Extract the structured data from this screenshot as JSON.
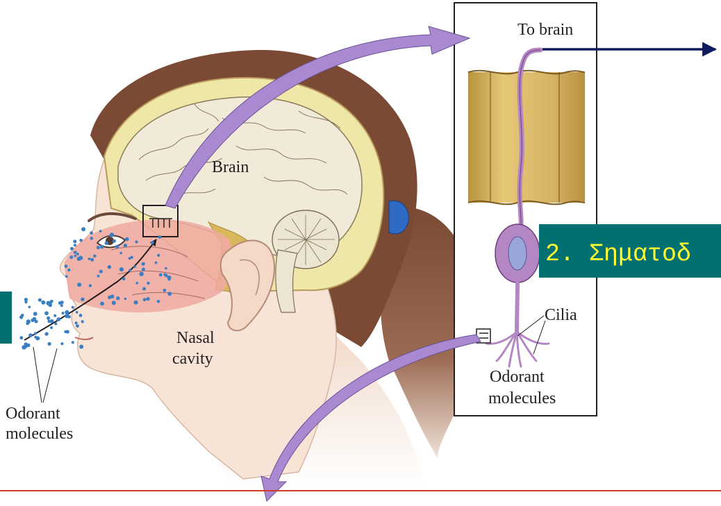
{
  "labels": {
    "to_brain": "To brain",
    "brain": "Brain",
    "nasal_line1": "Nasal",
    "nasal_line2": "cavity",
    "cilia": "Cilia",
    "odorant_inset_line1": "Odorant",
    "odorant_inset_line2": "molecules",
    "odorant_left_line1": "Odorant",
    "odorant_left_line2": "molecules"
  },
  "callout": {
    "text": "2. Σηματοδ"
  },
  "colors": {
    "callout_bg": "#007070",
    "callout_text": "#ffff33",
    "dots": "#3a7fc4",
    "arrow_purple": "#a98ad0",
    "arrow_navy": "#0d1a5c",
    "hair": "#7a4a34",
    "skull": "#efe7a8",
    "brain": "#f1ead8",
    "nasal": "#f0a9a1",
    "skin": "#f7e4d6",
    "neuron": "#b487c4",
    "bone": "#c9a85a",
    "bottom_rule": "#d23b2b"
  },
  "icons": [
    "arrow-right-icon",
    "curved-arrow-icon"
  ]
}
